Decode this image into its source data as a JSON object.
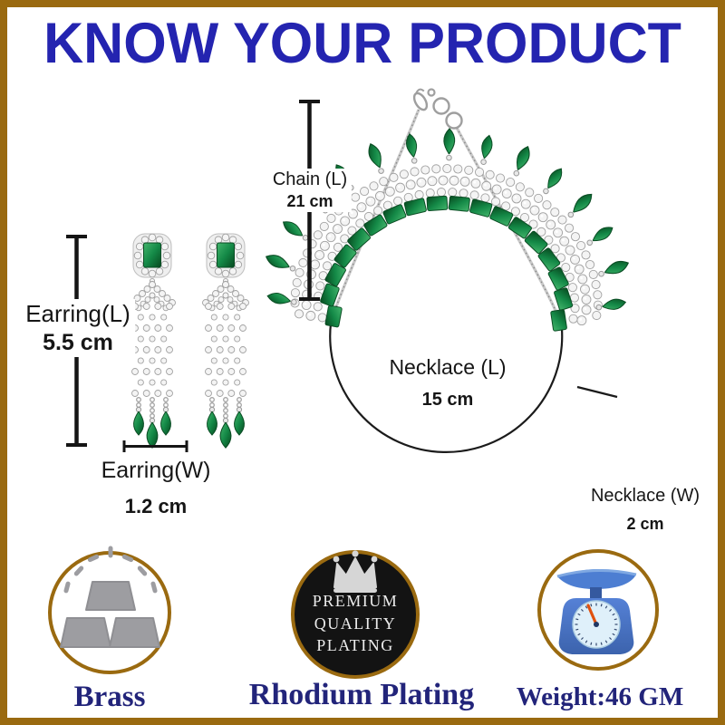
{
  "title": "KNOW YOUR PRODUCT",
  "measurements": {
    "chain": {
      "label": "Chain (L)",
      "value": "21 cm"
    },
    "earring_l": {
      "label": "Earring(L)",
      "value": "5.5 cm"
    },
    "earring_w": {
      "label": "Earring(W)",
      "value": "1.2 cm"
    },
    "necklace_l": {
      "label": "Necklace (L)",
      "value": "15 cm"
    },
    "necklace_w": {
      "label": "Necklace (W)",
      "value": "2 cm"
    }
  },
  "badge": {
    "lines": [
      "PREMIUM",
      "QUALITY",
      "PLATING"
    ]
  },
  "features": [
    {
      "label": "Brass",
      "icon": "gold-ingots-icon"
    },
    {
      "label": "Rhodium Plating",
      "icon": "premium-quality-plating-badge-icon"
    },
    {
      "label": "Weight:46 GM",
      "icon": "weighing-scale-icon"
    }
  ],
  "colors": {
    "frame_gold": "#9a6a10",
    "title_blue": "#2424b0",
    "label_navy": "#22247a",
    "measure_black": "#151515",
    "emerald_light": "#44b56c",
    "emerald_mid": "#148947",
    "emerald_dark": "#07491f",
    "emerald_stroke": "#0b4d24",
    "crystal_fill": "#f4f4f4",
    "crystal_stroke": "#a2a2a2",
    "silver_chain": "#c9c9c9",
    "badge_black": "#131313",
    "crown_silver": "#d6d6d6",
    "ingot_gray": "#9d9da1",
    "scale_blue": "#4a77cc",
    "scale_pan_blue": "#4d7ed2",
    "scale_dial": "#dff0fa",
    "needle_orange": "#e0510e"
  }
}
